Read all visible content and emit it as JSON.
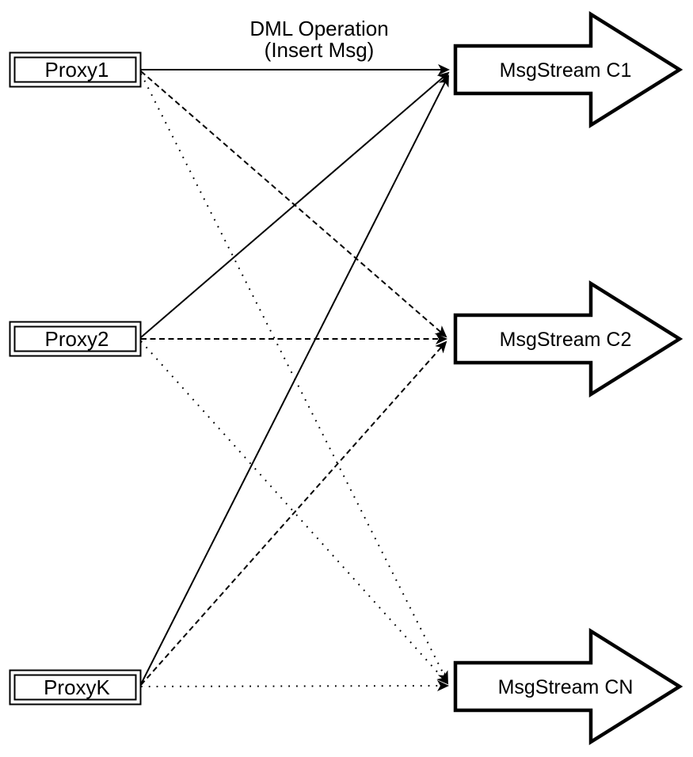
{
  "diagram": {
    "background_color": "#ffffff",
    "stroke_color": "#000000",
    "fill_color": "#ffffff",
    "title": {
      "line1": "DML Operation",
      "line2": "(Insert Msg)"
    },
    "proxies": [
      {
        "id": "proxy1",
        "label": "Proxy1"
      },
      {
        "id": "proxy2",
        "label": "Proxy2"
      },
      {
        "id": "proxyk",
        "label": "ProxyK"
      }
    ],
    "streams": [
      {
        "id": "c1",
        "label": "MsgStream C1",
        "incoming_line_style": "solid"
      },
      {
        "id": "c2",
        "label": "MsgStream C2",
        "incoming_line_style": "dashed"
      },
      {
        "id": "cn",
        "label": "MsgStream CN",
        "incoming_line_style": "dotted"
      }
    ],
    "edges": [
      {
        "from": "Proxy1",
        "to": "MsgStream C1",
        "style": "solid",
        "arrowhead": "filled"
      },
      {
        "from": "Proxy1",
        "to": "MsgStream C2",
        "style": "dashed",
        "arrowhead": "filled"
      },
      {
        "from": "Proxy1",
        "to": "MsgStream CN",
        "style": "dotted",
        "arrowhead": "filled"
      },
      {
        "from": "Proxy2",
        "to": "MsgStream C1",
        "style": "solid",
        "arrowhead": "filled"
      },
      {
        "from": "Proxy2",
        "to": "MsgStream C2",
        "style": "dashed",
        "arrowhead": "filled"
      },
      {
        "from": "Proxy2",
        "to": "MsgStream CN",
        "style": "dotted",
        "arrowhead": "filled"
      },
      {
        "from": "ProxyK",
        "to": "MsgStream C1",
        "style": "solid",
        "arrowhead": "filled"
      },
      {
        "from": "ProxyK",
        "to": "MsgStream C2",
        "style": "dashed",
        "arrowhead": "filled"
      },
      {
        "from": "ProxyK",
        "to": "MsgStream CN",
        "style": "dotted",
        "arrowhead": "filled"
      }
    ]
  }
}
